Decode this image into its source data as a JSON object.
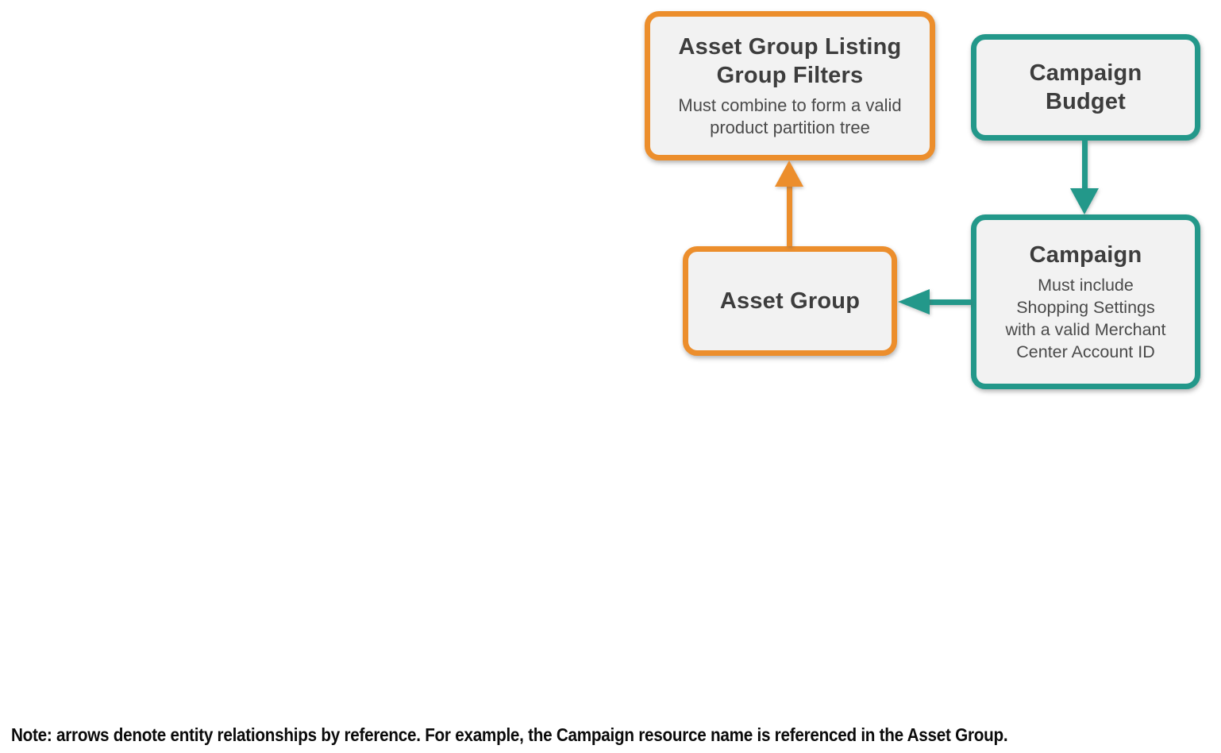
{
  "diagram": {
    "nodes": {
      "listing_filters": {
        "title": "Asset Group Listing\nGroup Filters",
        "subtitle": "Must combine to form a valid\nproduct partition tree",
        "accent_color": "#EC8E2C"
      },
      "campaign_budget": {
        "title": "Campaign\nBudget",
        "accent_color": "#23988A"
      },
      "campaign": {
        "title": "Campaign",
        "subtitle": "Must include\nShopping Settings\nwith a valid Merchant\nCenter Account ID",
        "accent_color": "#23988A"
      },
      "asset_group": {
        "title": "Asset Group",
        "accent_color": "#EC8E2C"
      }
    },
    "edges": [
      {
        "from": "asset_group",
        "to": "listing_filters",
        "direction": "up",
        "color": "#EC8E2C"
      },
      {
        "from": "campaign_budget",
        "to": "campaign",
        "direction": "down",
        "color": "#23988A"
      },
      {
        "from": "campaign",
        "to": "asset_group",
        "direction": "left",
        "color": "#23988A"
      }
    ],
    "colors": {
      "orange": "#EC8E2C",
      "teal": "#23988A",
      "node_fill": "#F2F2F2",
      "node_title": "#3D3D3D",
      "node_subtitle": "#4A4A4A",
      "note_text": "#0B0B0B",
      "background": "#FFFFFF"
    }
  },
  "note": {
    "text": "Note: arrows denote entity relationships by reference. For example, the Campaign resource name is referenced in the Asset Group."
  }
}
